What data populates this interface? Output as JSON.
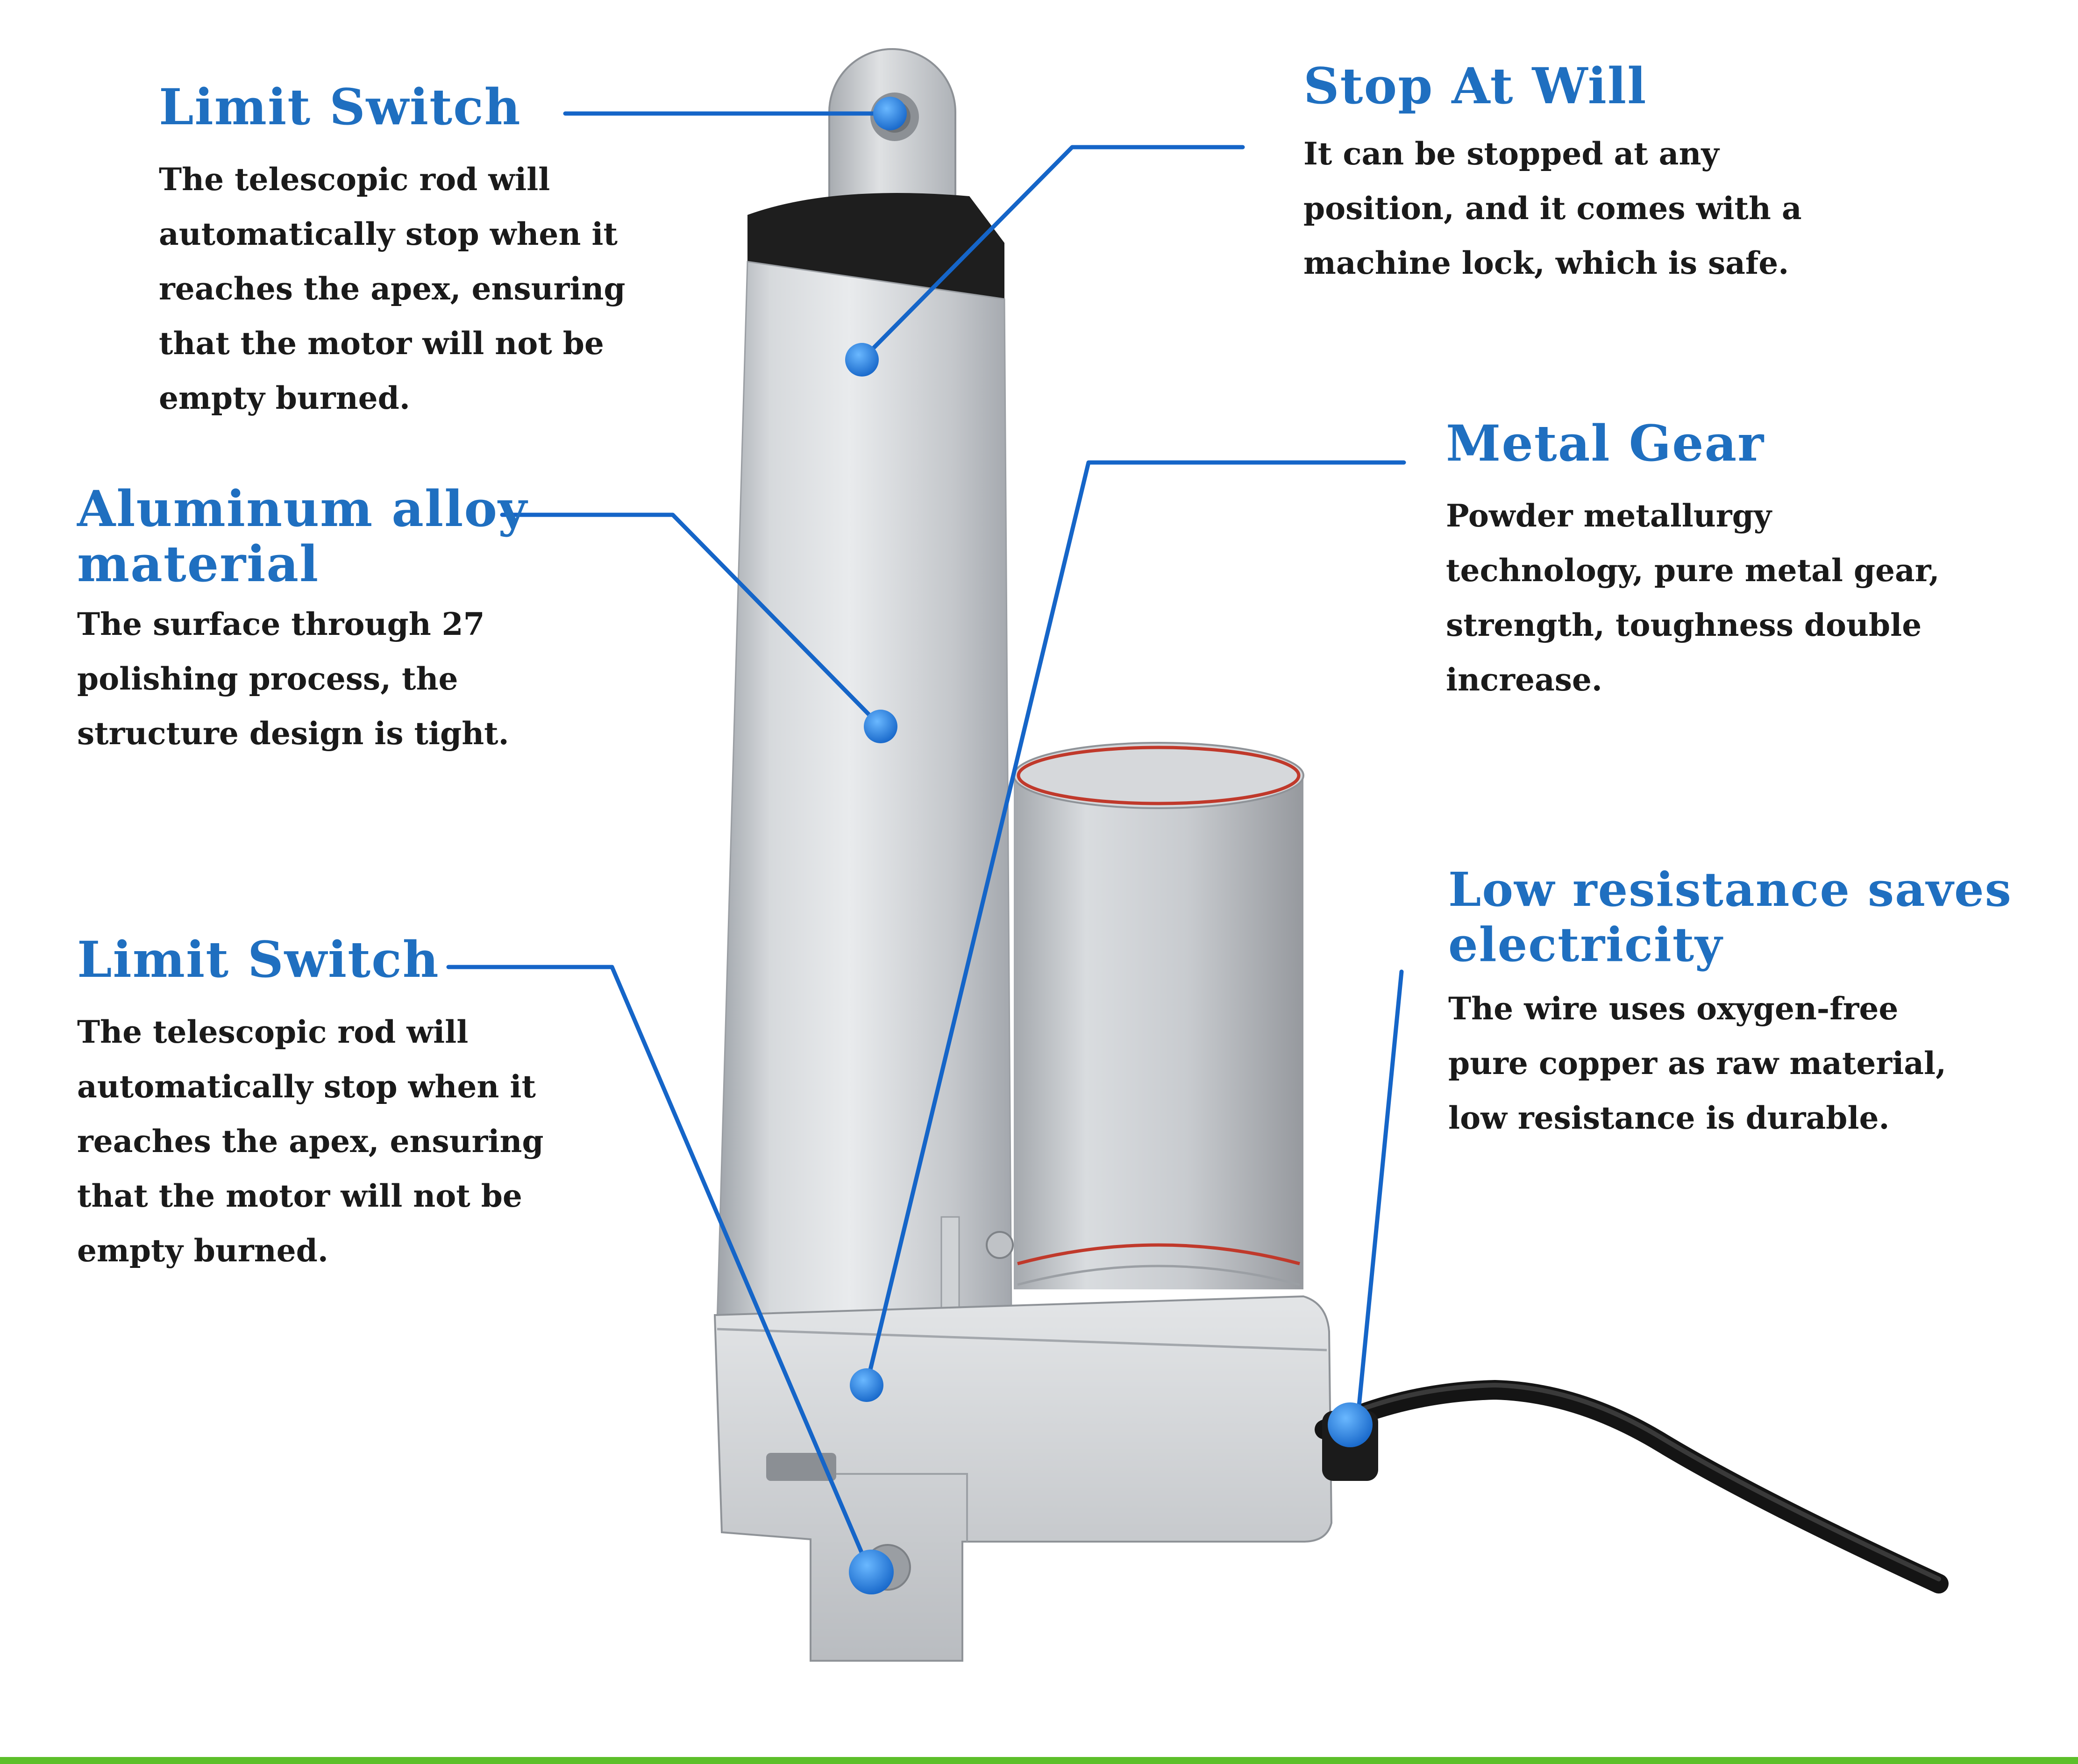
{
  "colors": {
    "title_blue": "#1f6fc0",
    "leader_line": "#1565c8",
    "dot_blue": "#1e88e5",
    "text_dark": "#1a1a1a",
    "bottom_bar_green": "#5cbf2a",
    "actuator_silver": "#c9ccd0",
    "cable_black": "#141414"
  },
  "features": [
    {
      "id": "limit-switch-top",
      "title": "Limit Switch",
      "description": "The telescopic rod will\nautomatically stop when it\nreaches the apex, ensuring\nthat the motor will not be\nempty burned."
    },
    {
      "id": "stop-at-will",
      "title": "Stop At Will",
      "description": " It can be stopped at any\nposition, and it comes with a\nmachine lock, which is safe."
    },
    {
      "id": "aluminum-alloy",
      "title": "Aluminum alloy\nmaterial",
      "description": "The surface through 27\npolishing process, the\nstructure design is tight."
    },
    {
      "id": "metal-gear",
      "title": "Metal Gear",
      "description": "Powder metallurgy\ntechnology, pure metal gear,\nstrength, toughness double\nincrease."
    },
    {
      "id": "low-resistance",
      "title": "Low resistance saves\nelectricity",
      "description": "The wire uses oxygen-free\npure copper as raw material,\nlow resistance is durable."
    },
    {
      "id": "limit-switch-bottom",
      "title": "Limit Switch",
      "description": "The telescopic rod will\nautomatically stop when it\nreaches the apex, ensuring\nthat the motor will not be\nempty burned."
    }
  ]
}
